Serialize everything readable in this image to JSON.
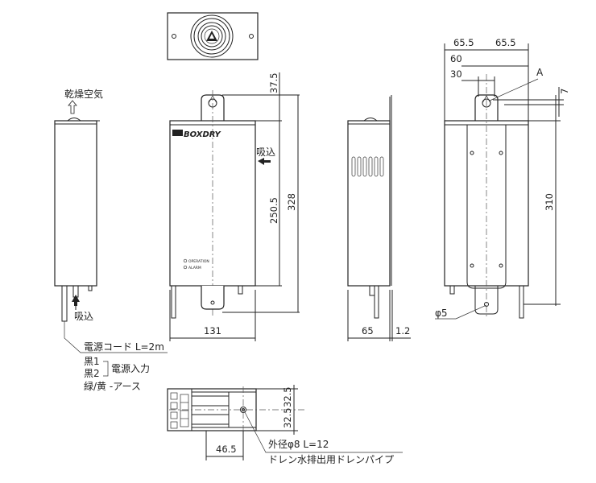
{
  "brand": "BOXDRY",
  "panel_labels": {
    "operation": "OPERATION",
    "alarm": "ALARM"
  },
  "annotations": {
    "dry_air": "乾燥空気",
    "intake_front": "吸込",
    "intake_side": "吸込",
    "power_cord": "電源コード L=2m",
    "black1": "黒1",
    "black2": "黒2",
    "power_input": "電源入力",
    "earth": "緑/黄 -アース",
    "mount_hole": "A",
    "hole_dia": "φ5",
    "drain_size": "外径φ8 L=12",
    "drain_pipe": "ドレン水排出用ドレンパイプ"
  },
  "dimensions": {
    "front_width": "131",
    "front_height": "328",
    "front_mid": "250.5",
    "front_top": "37.5",
    "side_depth": "65",
    "side_flange": "1.2",
    "rear_half_left": "65.5",
    "rear_half_right": "65.5",
    "rear_60": "60",
    "rear_30": "30",
    "rear_7": "7",
    "rear_height": "310",
    "bottom_offset": "46.5",
    "bottom_top": "32.5",
    "bottom_bottom": "32.5"
  }
}
